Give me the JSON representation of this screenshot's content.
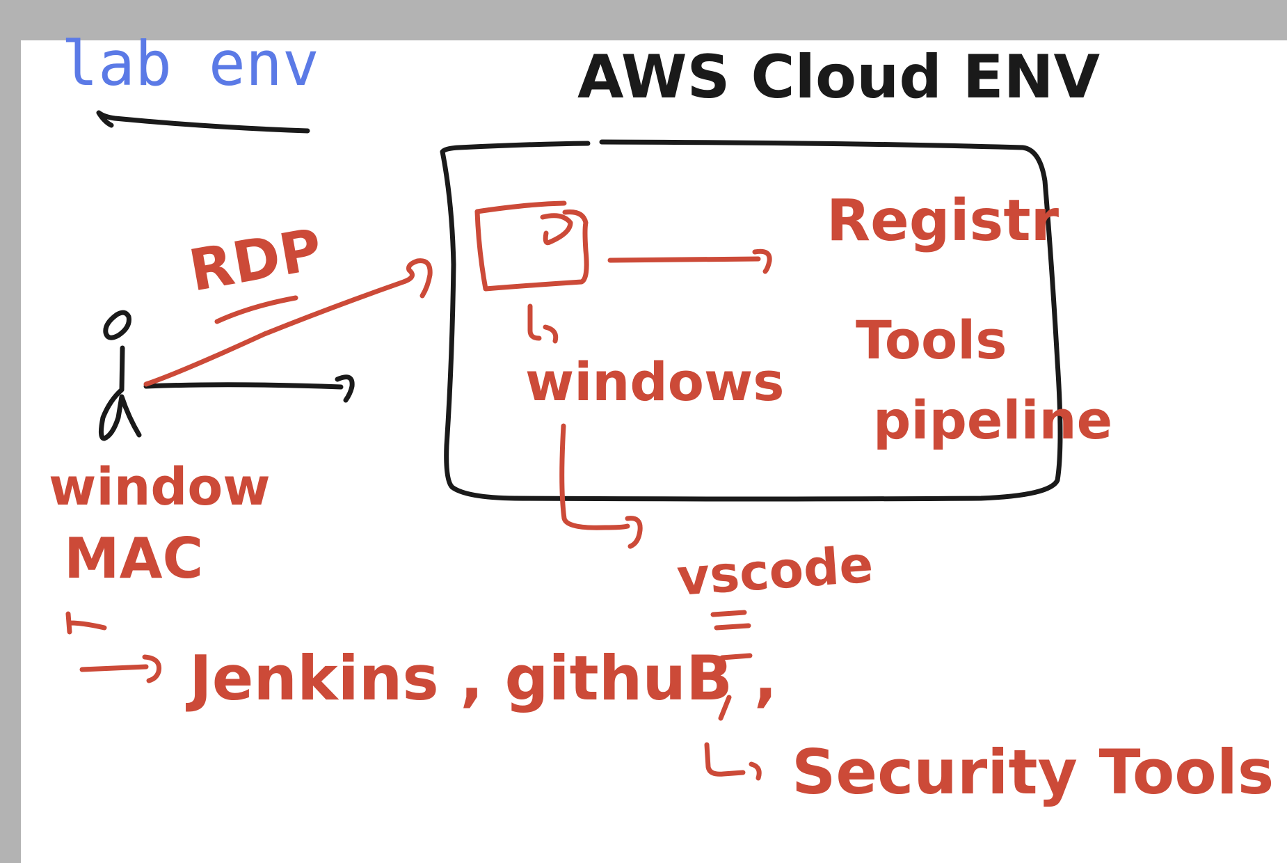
{
  "colors": {
    "frame": "#b3b3b3",
    "paper": "#ffffff",
    "ink_black": "#1a1a1a",
    "ink_red": "#cc4a38",
    "text_blue": "#5b7ae6"
  },
  "labels": {
    "lab_env": "lab env",
    "aws_cloud_env": "AWS  Cloud  ENV",
    "rdp": "RDP",
    "window_mac": "window\nMAC",
    "windows": "windows",
    "registry": "Registr",
    "tools": "Tools",
    "pipeline": "pipeline",
    "vscode": "vscode",
    "jenkins_github": "Jenkins , githuB ,",
    "security_tools": "Security Tools"
  }
}
